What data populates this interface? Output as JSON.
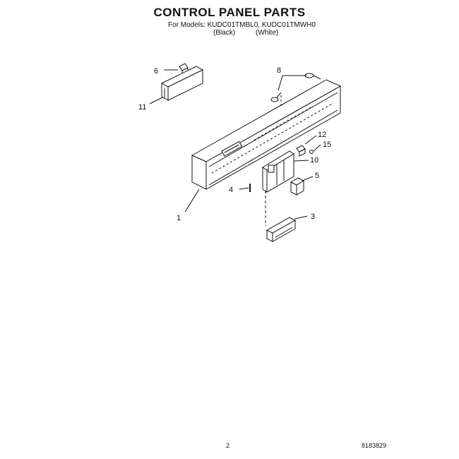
{
  "header": {
    "title": "CONTROL PANEL PARTS",
    "models": "For Models: KUDC01TMBL0, KUDC01TMWH0",
    "variant_black": "(Black)",
    "variant_white": "(White)"
  },
  "callouts": [
    "1",
    "3",
    "4",
    "5",
    "6",
    "8",
    "10",
    "11",
    "12",
    "15"
  ],
  "footer": {
    "page_number": "2",
    "document_code": "8183829"
  }
}
